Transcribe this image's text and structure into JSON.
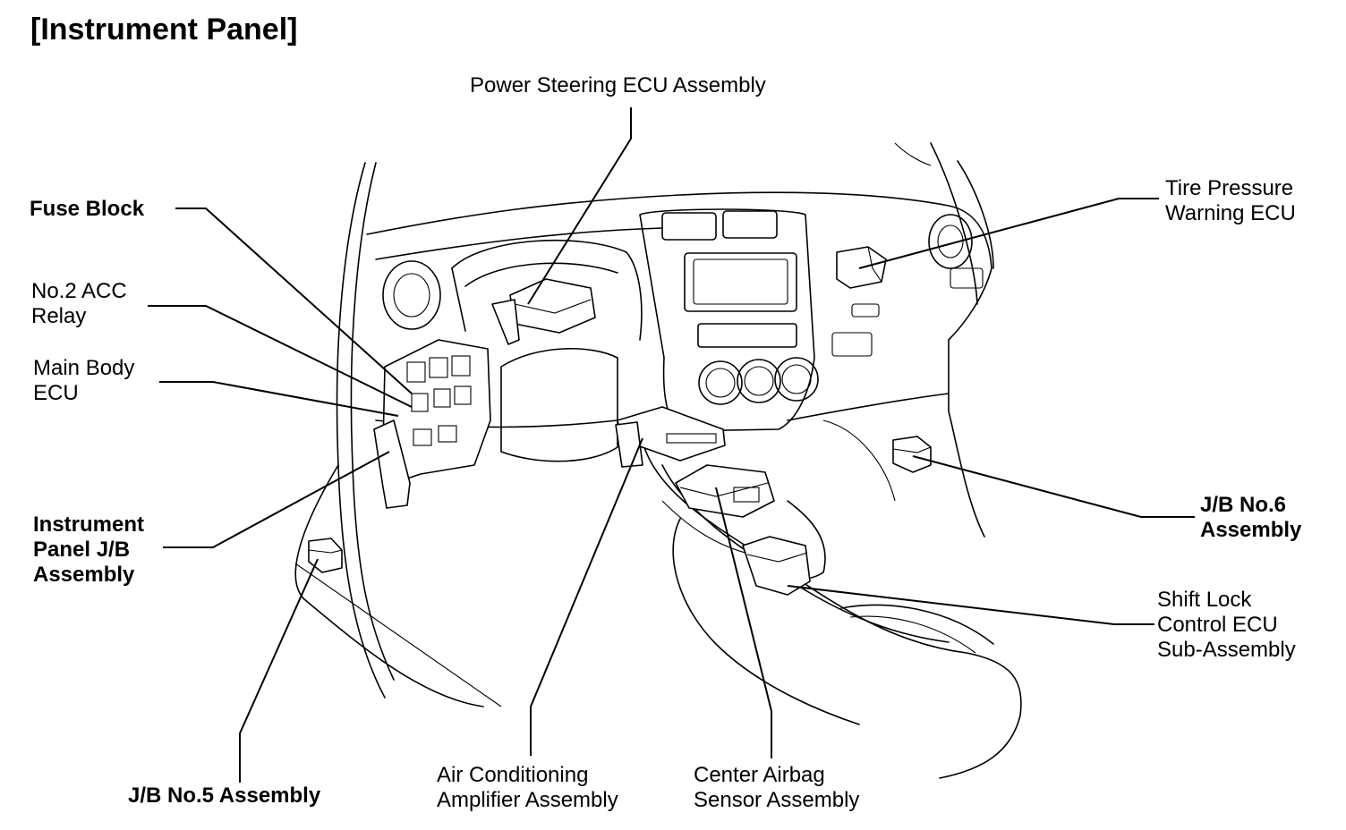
{
  "title": "[Instrument Panel]",
  "labels": {
    "power_steering": "Power Steering ECU Assembly",
    "fuse_block": "Fuse Block",
    "acc_relay_1": "No.2 ACC",
    "acc_relay_2": "Relay",
    "main_body_1": "Main Body",
    "main_body_2": "ECU",
    "ip_jb_1": "Instrument",
    "ip_jb_2": "Panel J/B",
    "ip_jb_3": "Assembly",
    "jb5": "J/B No.5 Assembly",
    "ac_amp_1": "Air Conditioning",
    "ac_amp_2": "Amplifier Assembly",
    "airbag_1": "Center Airbag",
    "airbag_2": "Sensor Assembly",
    "shift_lock_1": "Shift Lock",
    "shift_lock_2": "Control ECU",
    "shift_lock_3": "Sub-Assembly",
    "jb6_1": "J/B No.6",
    "jb6_2": "Assembly",
    "tpws_1": "Tire Pressure",
    "tpws_2": "Warning ECU"
  }
}
